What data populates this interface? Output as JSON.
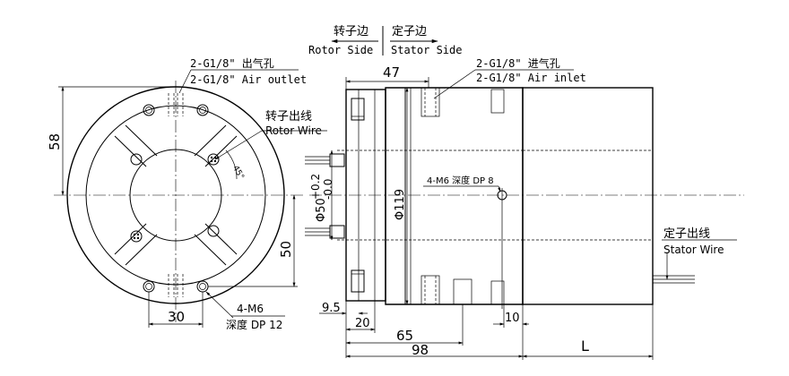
{
  "header": {
    "rotor_side_cn": "转子边",
    "rotor_side_en": "Rotor Side",
    "stator_side_cn": "定子边",
    "stator_side_en": "Stator Side"
  },
  "front_view": {
    "air_outlet_cn": "2-G1/8\" 出气孔",
    "air_outlet_en": "2-G1/8\"  Air outlet",
    "rotor_wire_cn": "转子出线",
    "rotor_wire_en": "Rotor Wire",
    "angle": "45°",
    "dim_58": "58",
    "dim_50": "50",
    "dim_30": "30",
    "hole_callout": "4-M6",
    "hole_depth": "深度  DP 12"
  },
  "side_view": {
    "air_inlet_cn": "2-G1/8\" 进气孔",
    "air_inlet_en": "2-G1/8\"  Air inlet",
    "dim_47": "47",
    "dim_bore": "Φ50",
    "dim_bore_tol_upper": "+0.2",
    "dim_bore_tol_lower": "-0.0",
    "dim_od": "Φ119",
    "thread_note": "4-M6 深度 DP 8",
    "dim_9_5": "9.5",
    "dim_20": "20",
    "dim_65": "65",
    "dim_98": "98",
    "dim_10": "10",
    "dim_L": "L",
    "stator_wire_cn": "定子出线",
    "stator_wire_en": "Stator Wire"
  }
}
